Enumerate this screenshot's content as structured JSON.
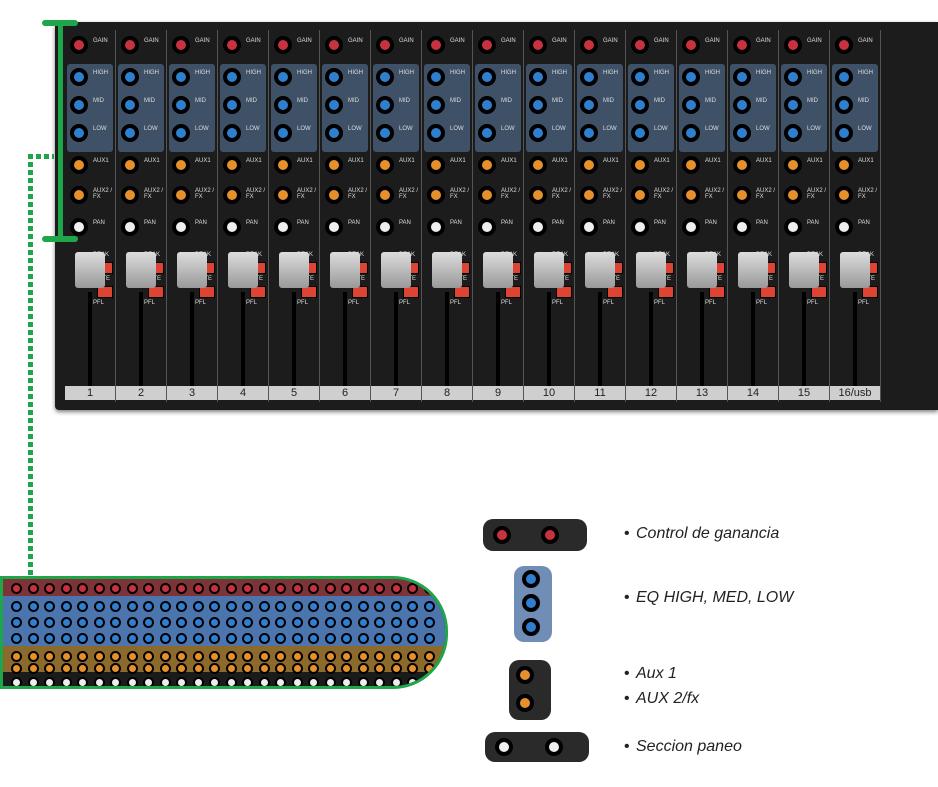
{
  "channels": [
    "1",
    "2",
    "3",
    "4",
    "5",
    "6",
    "7",
    "8",
    "9",
    "10",
    "11",
    "12",
    "13",
    "14",
    "15",
    "16/usb"
  ],
  "strip_labels": {
    "gain": "GAIN",
    "high": "HIGH",
    "mid": "MID",
    "low": "LOW",
    "aux1": "AUX1",
    "aux2": "AUX2 / FX",
    "pan": "PAN",
    "peak": "PEAK",
    "mute": "MUTE",
    "pfl": "PFL"
  },
  "legend": {
    "items": [
      {
        "text": "Control de ganancia"
      },
      {
        "text": "EQ HIGH, MED, LOW"
      },
      {
        "text": "Aux 1"
      },
      {
        "text": "AUX 2/fx"
      },
      {
        "text": "Seccion paneo"
      }
    ]
  },
  "colors": {
    "accent_green": "#1fa64a",
    "gain_red": "#c8323f",
    "eq_blue": "#2f7fcf",
    "aux_orange": "#e5902a",
    "pan_white": "#eeeeee"
  }
}
